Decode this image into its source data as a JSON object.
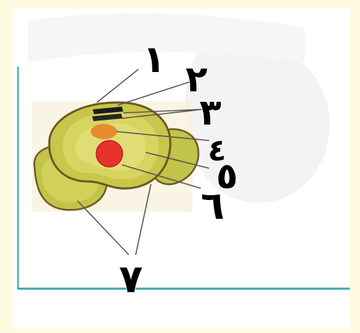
{
  "frame": {
    "background": "#fffbe0",
    "panel": "#ffffff",
    "accent_line": "#3aa8a8"
  },
  "diagram": {
    "labels": [
      {
        "id": "label-1",
        "text": "١"
      },
      {
        "id": "label-2",
        "text": "٢"
      },
      {
        "id": "label-3",
        "text": "٣"
      },
      {
        "id": "label-4",
        "text": "٤"
      },
      {
        "id": "label-5",
        "text": "٥"
      },
      {
        "id": "label-6",
        "text": "٦"
      },
      {
        "id": "label-7",
        "text": "٧"
      }
    ],
    "colors": {
      "tissue": "#c8c64a",
      "tissue_dark": "#8c8a2a",
      "outline": "#6b5a1e",
      "spot_red": "#e8322c",
      "spot_orange": "#e98a2f",
      "bands": "#1c1c1c"
    }
  }
}
